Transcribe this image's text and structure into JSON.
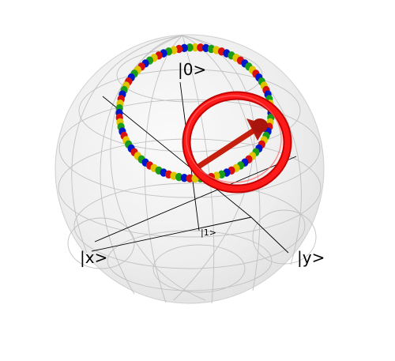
{
  "bloch": {
    "labels": {
      "zero": "|0>",
      "one": "|1>",
      "x": "|x>",
      "y": "|y>"
    },
    "colors": {
      "sphere_fill": "#eeeeee",
      "grid": "#bdbdbd",
      "axis": "#000000",
      "arrow": "#b3190f",
      "ring": "#ff0000",
      "bead_colors": [
        "#0018cc",
        "#1a9e1a",
        "#e0c400",
        "#d81010"
      ]
    }
  }
}
